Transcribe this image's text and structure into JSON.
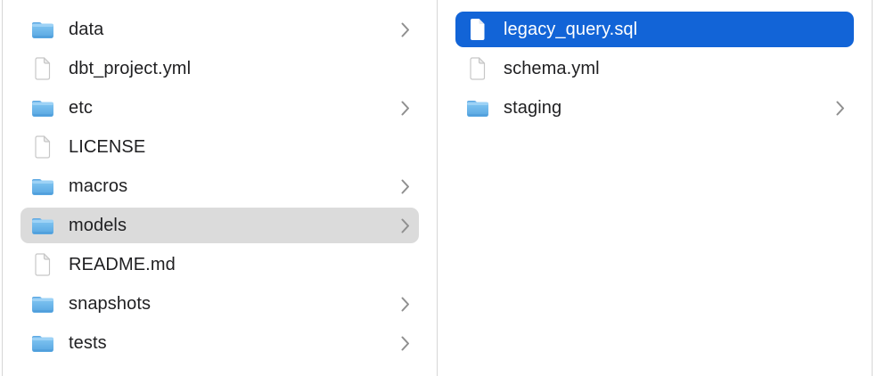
{
  "columns": [
    {
      "name": "parent-column",
      "items": [
        {
          "label": "data",
          "type": "folder",
          "chevron": true,
          "selected": false
        },
        {
          "label": "dbt_project.yml",
          "type": "file",
          "chevron": false,
          "selected": false
        },
        {
          "label": "etc",
          "type": "folder",
          "chevron": true,
          "selected": false
        },
        {
          "label": "LICENSE",
          "type": "file",
          "chevron": false,
          "selected": false
        },
        {
          "label": "macros",
          "type": "folder",
          "chevron": true,
          "selected": false
        },
        {
          "label": "models",
          "type": "folder",
          "chevron": true,
          "selected": true,
          "selection_style": "inactive-gray"
        },
        {
          "label": "README.md",
          "type": "file",
          "chevron": false,
          "selected": false
        },
        {
          "label": "snapshots",
          "type": "folder",
          "chevron": true,
          "selected": false
        },
        {
          "label": "tests",
          "type": "folder",
          "chevron": true,
          "selected": false
        }
      ]
    },
    {
      "name": "child-column",
      "items": [
        {
          "label": "legacy_query.sql",
          "type": "file",
          "chevron": false,
          "selected": true,
          "selection_style": "active-blue"
        },
        {
          "label": "schema.yml",
          "type": "file",
          "chevron": false,
          "selected": false
        },
        {
          "label": "staging",
          "type": "folder",
          "chevron": true,
          "selected": false
        }
      ]
    }
  ],
  "colors": {
    "background": "#ffffff",
    "selection_blue": "#1264d7",
    "selection_gray": "#dbdbdb",
    "divider": "#d6d6d6",
    "text": "#1f1f21",
    "selected_text": "#ffffff",
    "chevron": "#8f8f8f",
    "folder_blue_top": "#83c7f2",
    "folder_blue_bottom": "#57a6e1"
  },
  "icons": {
    "folder": "folder-icon",
    "document": "document-icon",
    "chevron": "chevron-right-icon"
  }
}
